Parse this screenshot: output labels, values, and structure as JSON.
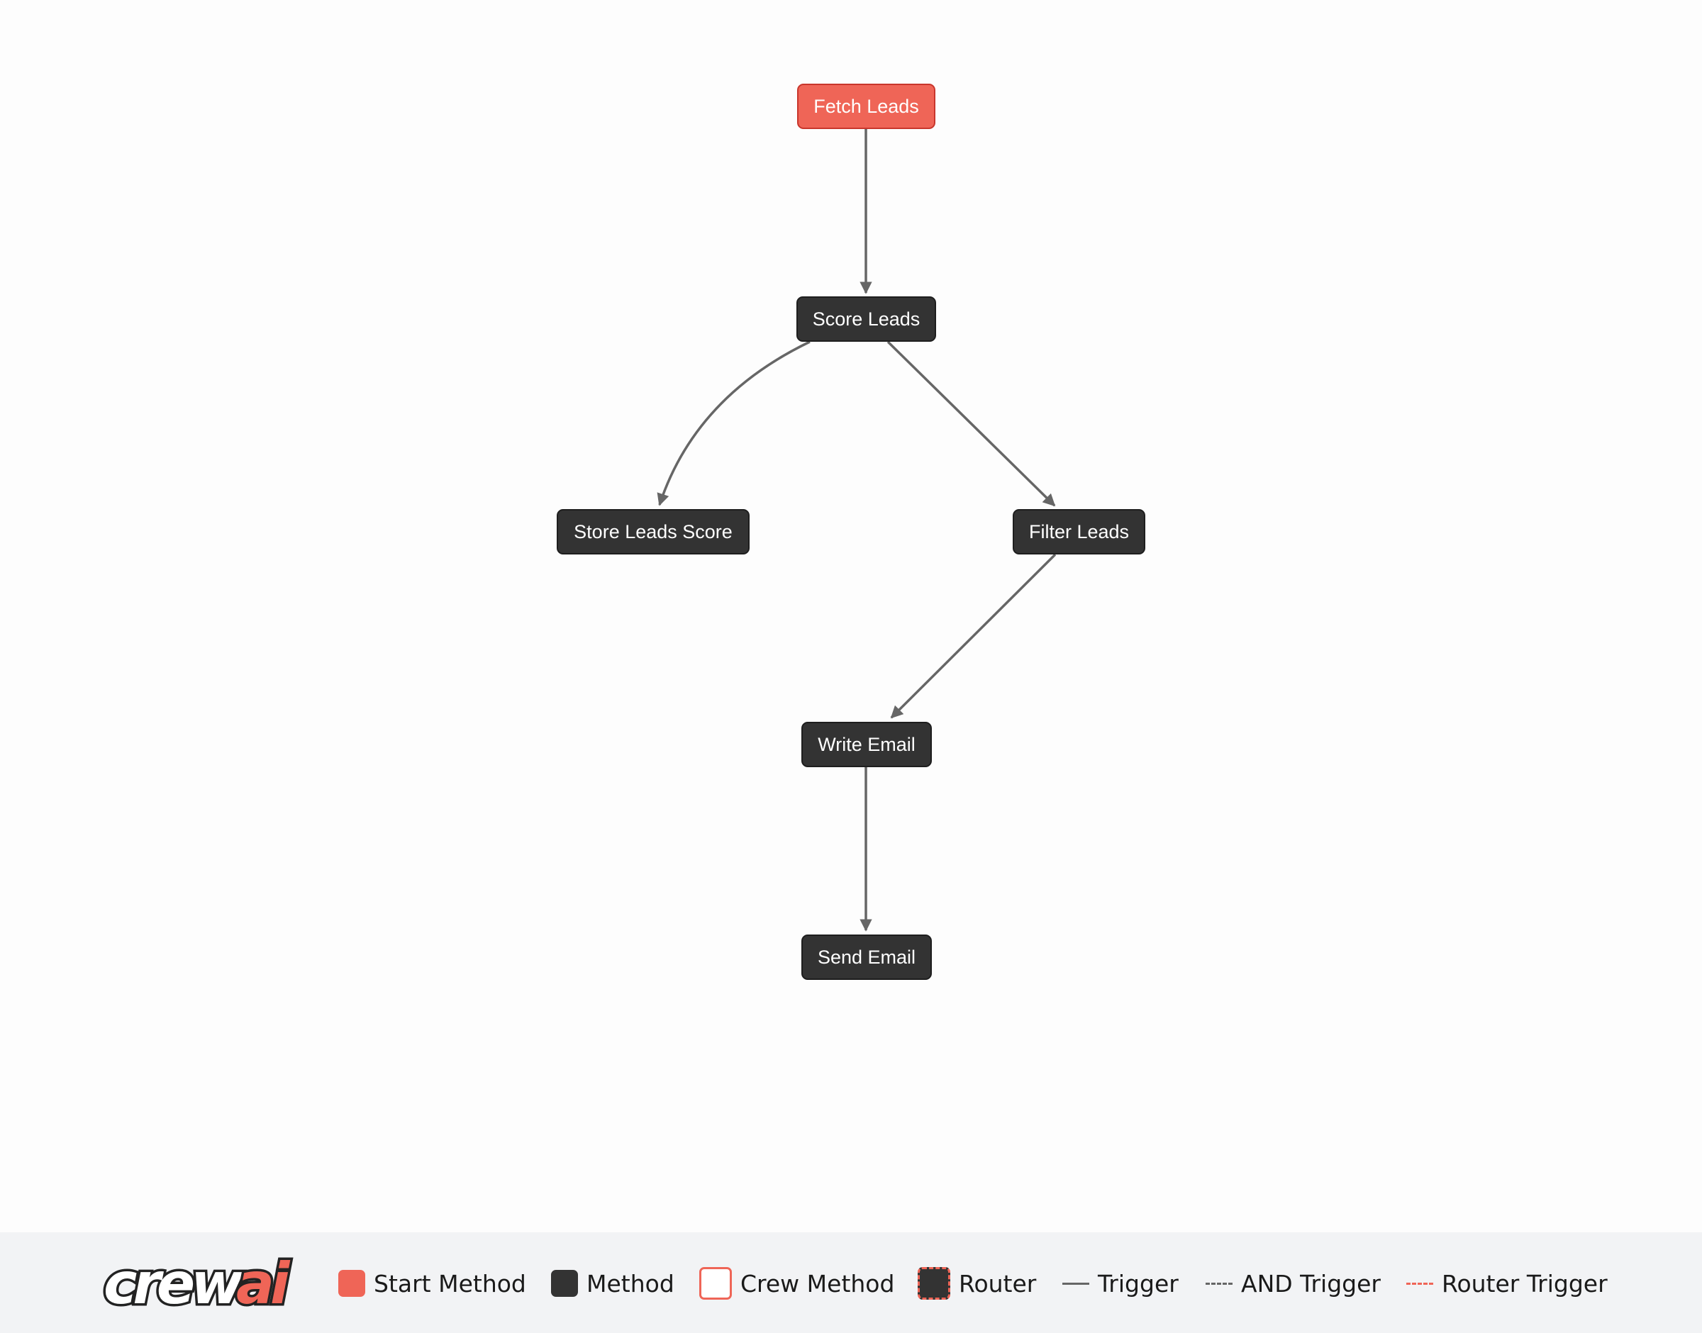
{
  "flow": {
    "nodes": {
      "fetch_leads": "Fetch Leads",
      "score_leads": "Score Leads",
      "store_leads_score": "Store Leads Score",
      "filter_leads": "Filter Leads",
      "write_email": "Write Email",
      "send_email": "Send Email"
    },
    "edges": [
      {
        "from": "Fetch Leads",
        "to": "Score Leads",
        "type": "Trigger"
      },
      {
        "from": "Score Leads",
        "to": "Store Leads Score",
        "type": "Trigger"
      },
      {
        "from": "Score Leads",
        "to": "Filter Leads",
        "type": "Trigger"
      },
      {
        "from": "Filter Leads",
        "to": "Write Email",
        "type": "Trigger"
      },
      {
        "from": "Write Email",
        "to": "Send Email",
        "type": "Trigger"
      }
    ]
  },
  "legend": {
    "logo": "crewai",
    "start_method": "Start Method",
    "method": "Method",
    "crew_method": "Crew Method",
    "router": "Router",
    "trigger": "Trigger",
    "and_trigger": "AND Trigger",
    "router_trigger": "Router Trigger"
  },
  "colors": {
    "start_method": "#ef6557",
    "method": "#333333",
    "edge": "#666666",
    "router_trigger": "#ef6557",
    "legend_background": "#f2f3f5"
  }
}
